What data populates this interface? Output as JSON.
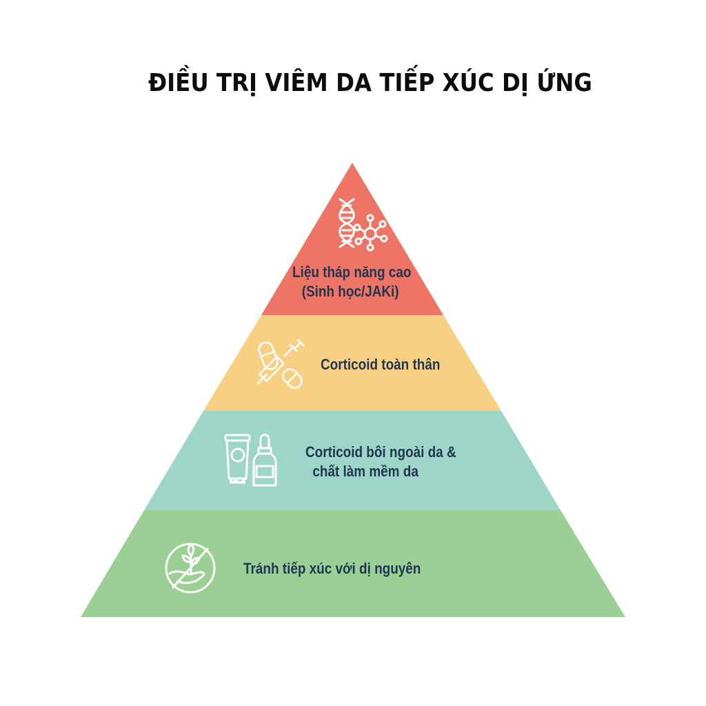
{
  "title": "ĐIỀU TRỊ VIÊM DA TIẾP XÚC DỊ ỨNG",
  "pyramid": {
    "levels": [
      {
        "order": 1,
        "position": "top",
        "lines": [
          "Liệu tháp năng cao",
          "(Sinh học/JAKi)"
        ],
        "icon": "dna-molecule-icon",
        "color": "#ee7565"
      },
      {
        "order": 2,
        "position": "upper-middle",
        "lines": [
          "Corticoid toàn thân"
        ],
        "icon": "pill-syringe-icon",
        "color": "#f8d083"
      },
      {
        "order": 3,
        "position": "lower-middle",
        "lines": [
          "Corticoid bôi ngoài da &",
          "chất làm mềm da"
        ],
        "icon": "cream-tube-dropper-icon",
        "color": "#9dd5c8"
      },
      {
        "order": 4,
        "position": "base",
        "lines": [
          "Tránh tiếp xúc với dị nguyên"
        ],
        "icon": "no-plant-hand-icon",
        "color": "#9ccf96"
      }
    ],
    "text_color": "#1f3550",
    "icon_color": "#ffffff"
  }
}
